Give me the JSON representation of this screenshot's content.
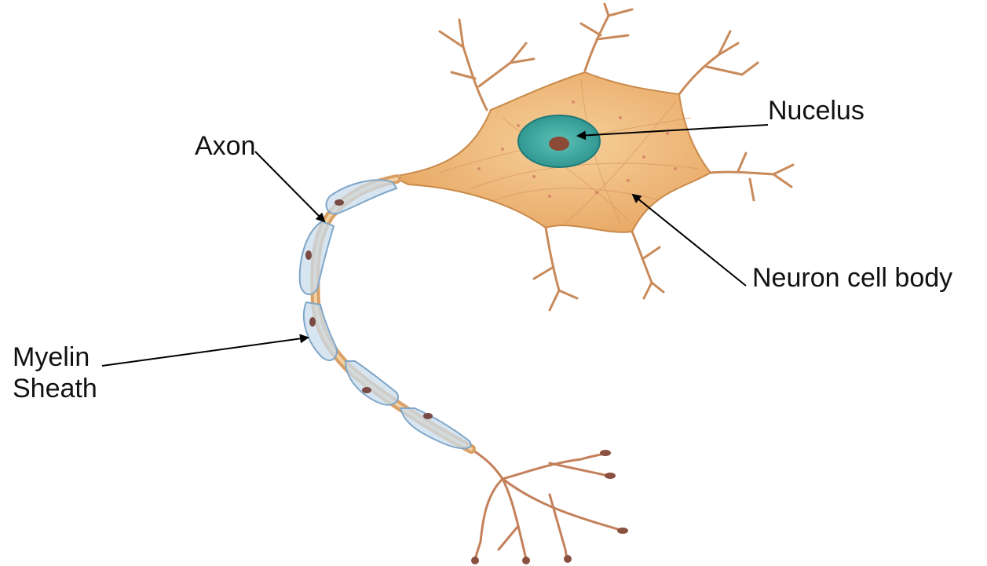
{
  "labels": {
    "nucleus": "Nucelus",
    "axon": "Axon",
    "cell_body": "Neuron cell body",
    "myelin_line1": "Myelin",
    "myelin_line2": "Sheath"
  },
  "colors": {
    "cell_body_fill": "#f2c48a",
    "cell_body_stroke": "#c98a4a",
    "nucleus_fill": "#3aa7a0",
    "nucleolus_fill": "#8a4a35",
    "myelin_fill": "#c9dcec",
    "myelin_stroke": "#7fa6c8",
    "axon_fill": "#e9b57a",
    "dendrite_stroke": "#c98a5a",
    "arrow": "#000000"
  }
}
